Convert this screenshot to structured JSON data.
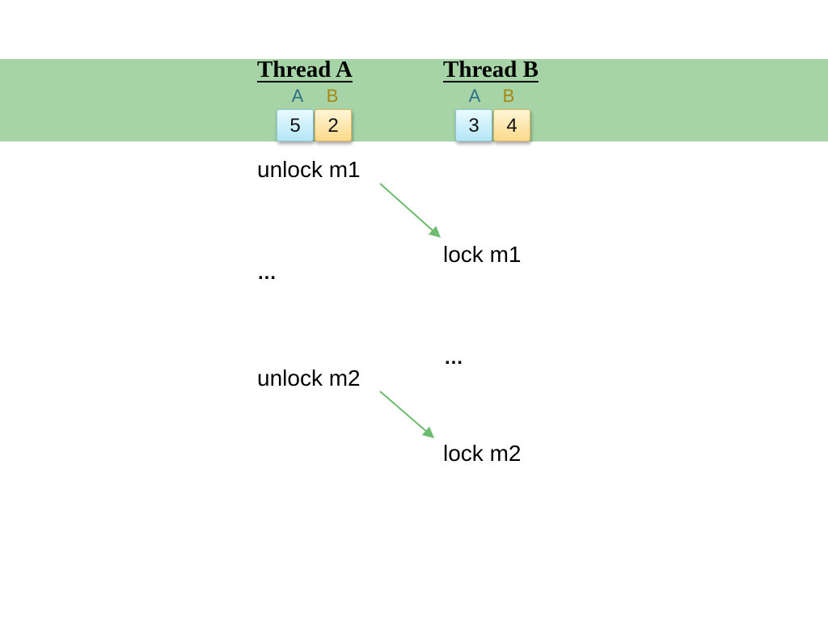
{
  "threads": [
    {
      "title": "Thread A",
      "vars": [
        {
          "label": "A",
          "value": "5"
        },
        {
          "label": "B",
          "value": "2"
        }
      ],
      "ops": [
        "unlock m1",
        "…",
        "unlock m2"
      ]
    },
    {
      "title": "Thread B",
      "vars": [
        {
          "label": "A",
          "value": "3"
        },
        {
          "label": "B",
          "value": "4"
        }
      ],
      "ops": [
        "lock m1",
        "…",
        "lock m2"
      ]
    }
  ],
  "colors": {
    "band": "#a6d4a6",
    "var_a_label": "#2f6f86",
    "var_b_label": "#a8860e",
    "arrow": "#6dbb6d"
  },
  "arrows": [
    {
      "from": "unlock m1",
      "to": "lock m1"
    },
    {
      "from": "unlock m2",
      "to": "lock m2"
    }
  ]
}
